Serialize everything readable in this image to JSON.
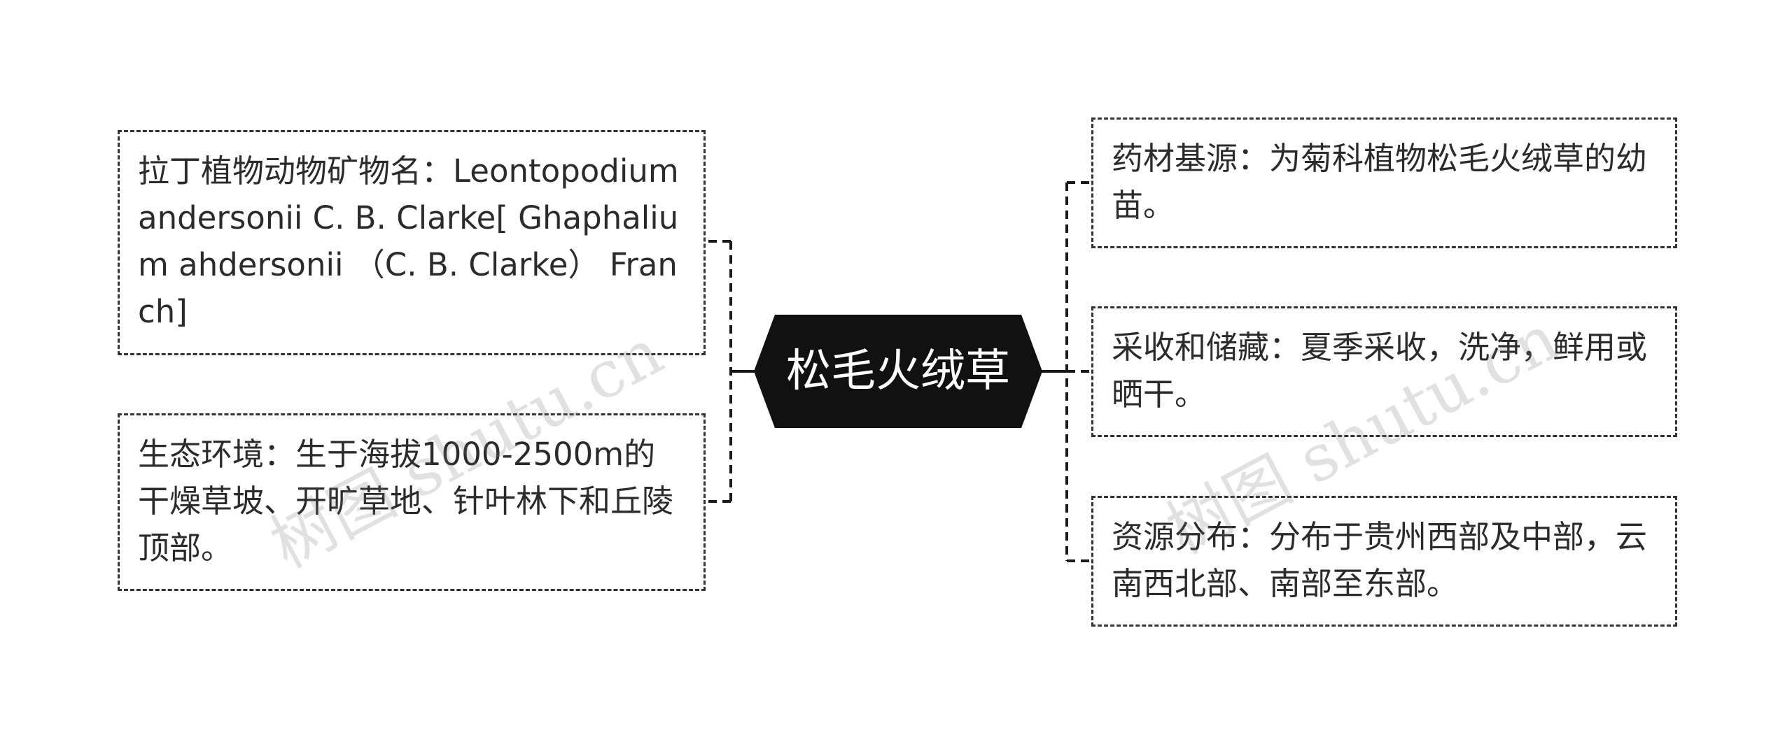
{
  "mindmap": {
    "root": {
      "label": "松毛火绒草"
    },
    "left_branches": [
      {
        "text": "拉丁植物动物矿物名：Leontopodium andersonii C. B. Clarke[ Ghaphalium ahdersonii （C. B. Clarke） Franch]"
      },
      {
        "text": "生态环境：生于海拔1000-2500m的干燥草坡、开旷草地、针叶林下和丘陵顶部。"
      }
    ],
    "right_branches": [
      {
        "text": "药材基源：为菊科植物松毛火绒草的幼苗。"
      },
      {
        "text": "采收和储藏：夏季采收，洗净，鲜用或晒干。"
      },
      {
        "text": "资源分布：分布于贵州西部及中部，云南西北部、南部至东部。"
      }
    ]
  },
  "watermark": {
    "text": "树图 shutu.cn"
  },
  "colors": {
    "root_fill": "#111111",
    "root_text": "#ffffff",
    "connector": "#1a1a1a",
    "node_border": "#333333",
    "text": "#2b2b2b"
  }
}
